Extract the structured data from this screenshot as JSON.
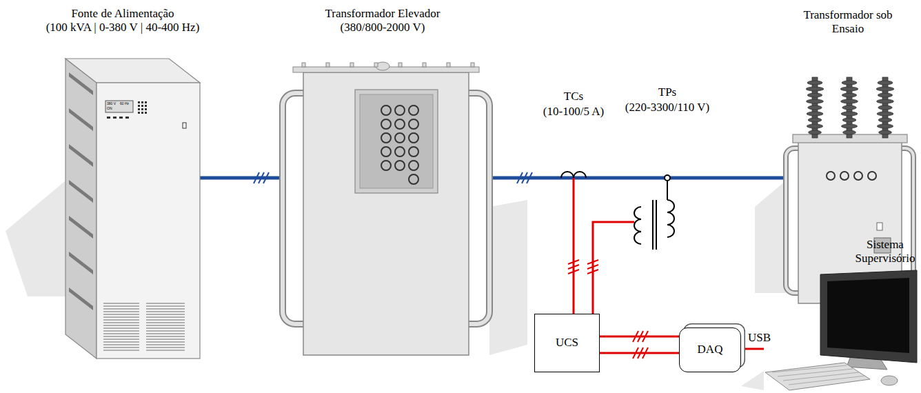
{
  "diagram": {
    "nodes": [
      {
        "text": [
          "Fonte de Alimentação",
          "(100 kVA | 0-380 V | 40-400 Hz)"
        ]
      },
      {
        "text": [
          "Transformador Elevador",
          "(380/800-2000 V)"
        ]
      },
      {
        "text": [
          "Transformador sob Ensaio"
        ]
      },
      {
        "text": [
          "UCS"
        ]
      },
      {
        "text": [
          "DAQ"
        ]
      },
      {
        "text": [
          "Sistema Supervisório"
        ]
      }
    ],
    "edges": [
      {
        "from": 0,
        "to": 1,
        "arrow": "none"
      },
      {
        "from": 1,
        "to": 2,
        "arrow": "none"
      },
      {
        "from": 3,
        "to": 4,
        "arrow": "none"
      },
      {
        "from": 3,
        "to": 4,
        "arrow": "none"
      },
      {
        "from": 4,
        "to": 5,
        "label": "USB",
        "arrow": "none"
      }
    ],
    "labels": [
      "TCs",
      "(10-100/5 A)",
      "TPs",
      "(220-3300/110 V)",
      "380 V",
      "60 Hz",
      "ON"
    ]
  }
}
